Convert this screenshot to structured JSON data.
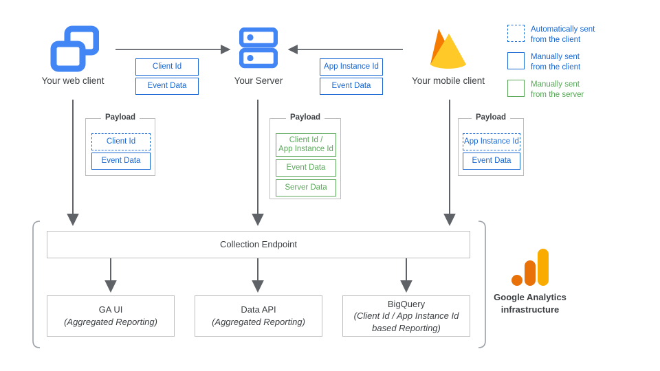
{
  "nodes": {
    "web_client": {
      "label": "Your web client",
      "icon": "web-client-icon"
    },
    "server": {
      "label": "Your Server",
      "icon": "server-icon"
    },
    "mobile_client": {
      "label": "Your mobile client",
      "icon": "firebase-flame-icon"
    }
  },
  "transfers": {
    "web_to_server": [
      {
        "label": "Client Id",
        "style": "solid-blue"
      },
      {
        "label": "Event Data",
        "style": "solid-blue"
      }
    ],
    "mobile_to_server": [
      {
        "label": "App Instance Id",
        "style": "solid-blue"
      },
      {
        "label": "Event Data",
        "style": "solid-blue"
      }
    ]
  },
  "payloads": {
    "title": "Payload",
    "web": [
      {
        "label": "Client Id",
        "style": "dashed-blue"
      },
      {
        "label": "Event Data",
        "style": "solid-blue"
      }
    ],
    "server": [
      {
        "label": "Client Id /\nApp Instance Id",
        "line1": "Client Id /",
        "line2": "App Instance Id",
        "style": "solid-green"
      },
      {
        "label": "Event Data",
        "style": "solid-green"
      },
      {
        "label": "Server Data",
        "style": "solid-green"
      }
    ],
    "mobile": [
      {
        "label": "App Instance Id",
        "style": "dashed-blue"
      },
      {
        "label": "Event Data",
        "style": "solid-blue"
      }
    ]
  },
  "infrastructure": {
    "collection_endpoint": "Collection Endpoint",
    "outputs": [
      {
        "title": "GA UI",
        "subtitle": "(Aggregated Reporting)"
      },
      {
        "title": "Data API",
        "subtitle": "(Aggregated Reporting)"
      },
      {
        "title": "BigQuery",
        "subtitle_line1": "(Client Id / App Instance Id",
        "subtitle_line2": "based Reporting)"
      }
    ],
    "brand_line1": "Google Analytics",
    "brand_line2": "infrastructure"
  },
  "legend": [
    {
      "style": "dashed-blue",
      "line1": "Automatically sent",
      "line2": "from the client"
    },
    {
      "style": "solid-blue",
      "line1": "Manually sent",
      "line2": "from the client"
    },
    {
      "style": "solid-green",
      "line1": "Manually sent",
      "line2": "from the server"
    }
  ],
  "colors": {
    "google_blue": "#4285f4",
    "chip_blue": "#1967d2",
    "chip_green": "#5aa75a",
    "arrow_grey": "#5f6368",
    "box_border": "#bdbdbd",
    "ga_orange_dark": "#e8710a",
    "ga_orange_light": "#f9ab00",
    "firebase_amber": "#ffa000",
    "firebase_yellow": "#ffca28",
    "firebase_orange": "#f57c00"
  }
}
